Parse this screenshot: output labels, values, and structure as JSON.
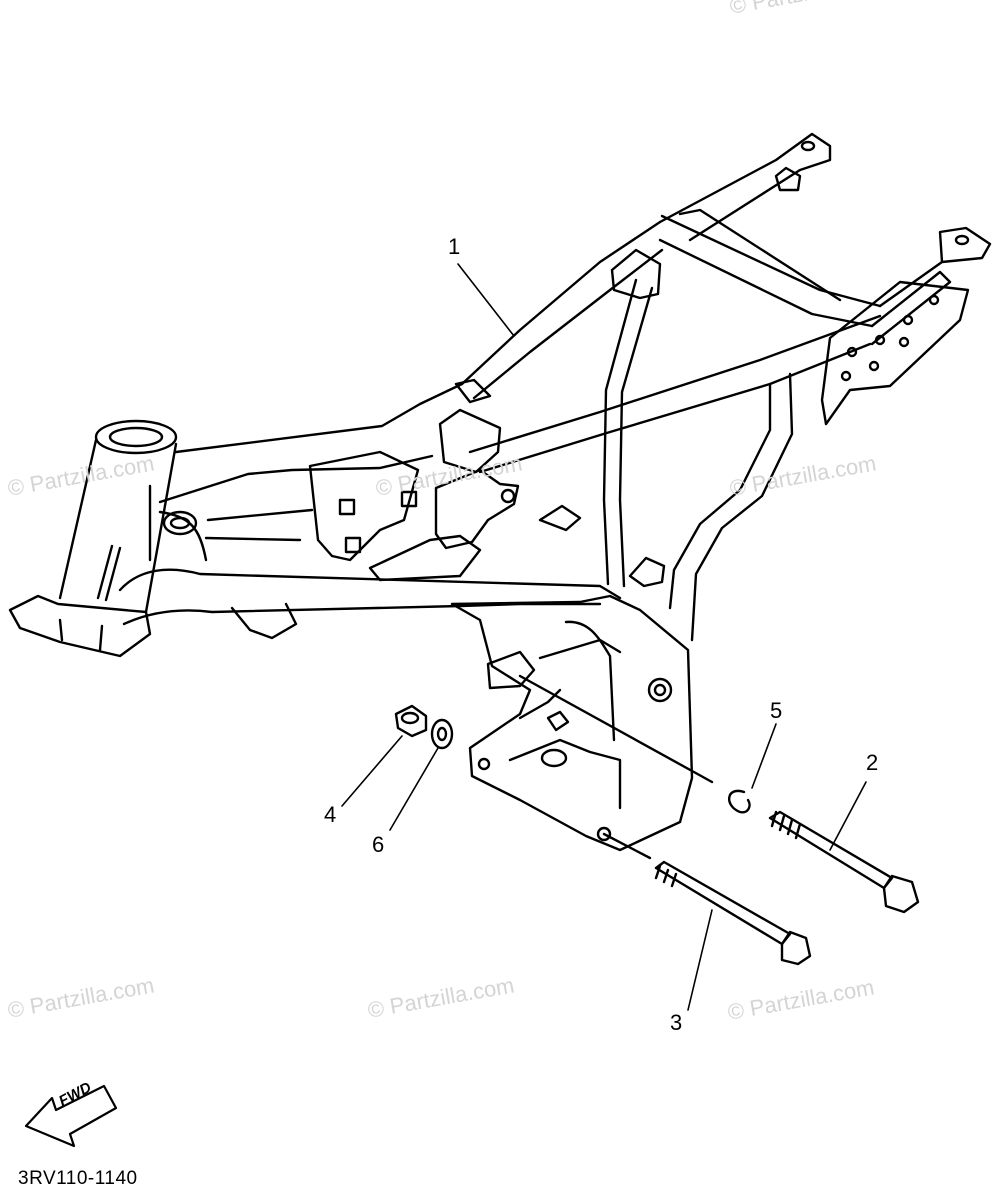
{
  "watermarks": [
    "© Partzilla.com",
    "© Partzilla.com",
    "© Partzilla.com",
    "© Partzilla.com",
    "© Partzilla.com",
    "© Partzilla.com",
    "© Partzilla.com"
  ],
  "callouts": {
    "c1": "1",
    "c2": "2",
    "c3": "3",
    "c4": "4",
    "c5": "5",
    "c6": "6"
  },
  "direction_label": "FWD",
  "diagram_code": "3RV110-1140",
  "colors": {
    "line": "#000000",
    "watermark": "#d4d4d4",
    "background": "#ffffff"
  }
}
